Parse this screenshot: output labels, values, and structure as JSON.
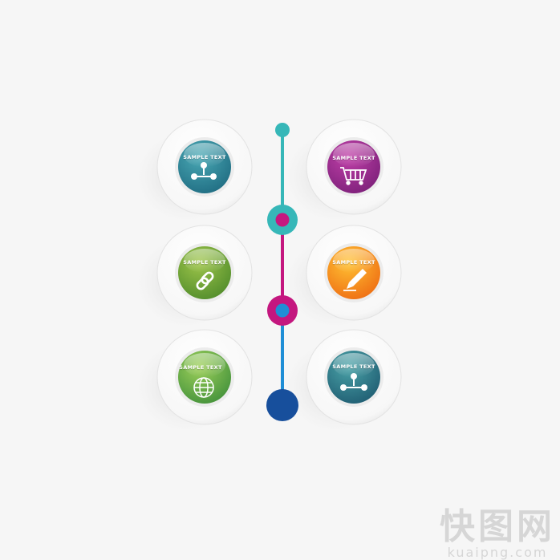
{
  "items": [
    {
      "label": "SAMPLE TEXT",
      "icon": "hierarchy-network-icon",
      "color_light": "#4aa9b5",
      "color_dark": "#1e6a80"
    },
    {
      "label": "SAMPLE TEXT",
      "icon": "shopping-cart-icon",
      "color_light": "#c040a8",
      "color_dark": "#7a1f78"
    },
    {
      "label": "SAMPLE TEXT",
      "icon": "chain-link-icon",
      "color_light": "#9ec54a",
      "color_dark": "#4e8a2a"
    },
    {
      "label": "SAMPLE TEXT",
      "icon": "pencil-icon",
      "color_light": "#ffc233",
      "color_dark": "#ee6a12"
    },
    {
      "label": "SAMPLE TEXT",
      "icon": "globe-icon",
      "color_light": "#9ed05a",
      "color_dark": "#3f8f3a"
    },
    {
      "label": "SAMPLE TEXT",
      "icon": "hierarchy-network-icon",
      "color_light": "#4aa3a8",
      "color_dark": "#1e5a70"
    }
  ],
  "timeline": {
    "colors": [
      "#36b7b8",
      "#c4177f",
      "#1f8ed6",
      "#174f9c"
    ]
  },
  "watermark": {
    "title": "快图网",
    "subtitle": "kuaipng.com"
  }
}
